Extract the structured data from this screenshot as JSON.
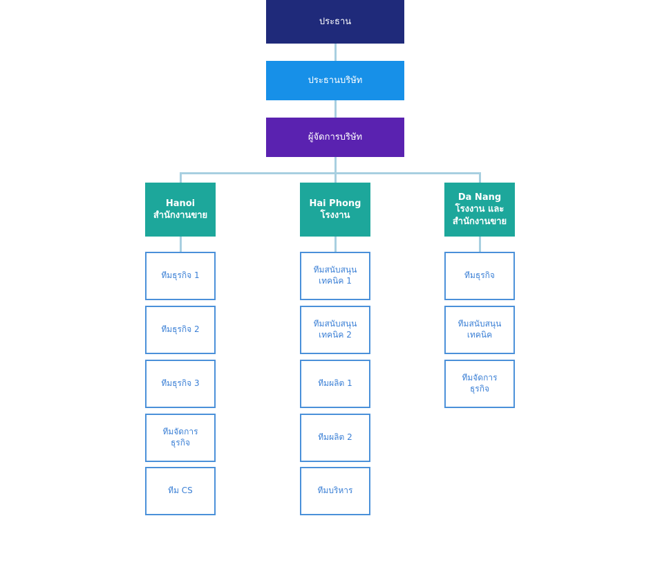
{
  "chart_data": {
    "type": "diagram",
    "diagram_kind": "organizational-chart",
    "title": "",
    "orientation": "top-down",
    "levels": 5,
    "colors": {
      "chairman_fill": "#1f2a7a",
      "president_fill": "#1790e8",
      "manager_fill": "#5a22b0",
      "region_fill": "#1da79b",
      "leaf_border": "#4a90d9",
      "leaf_text": "#3a7fd5",
      "connector": "#a8cfe0",
      "background": "#ffffff",
      "exec_text": "#ffffff"
    },
    "nodes": [
      {
        "id": "chairman",
        "label": "ประธาน",
        "level": 1,
        "parent": null
      },
      {
        "id": "president",
        "label": "ประธานบริษัท",
        "level": 2,
        "parent": "chairman"
      },
      {
        "id": "manager",
        "label": "ผู้จัดการบริษัท",
        "level": 3,
        "parent": "president"
      },
      {
        "id": "hanoi",
        "label": "Hanoi / สำนักงานขาย",
        "level": 4,
        "parent": "manager"
      },
      {
        "id": "haiphong",
        "label": "Hai Phong / โรงงาน",
        "level": 4,
        "parent": "manager"
      },
      {
        "id": "danang",
        "label": "Da Nang / โรงงาน และ สำนักงานขาย",
        "level": 4,
        "parent": "manager"
      }
    ]
  },
  "executives": {
    "chairman": "ประธาน",
    "president": "ประธานบริษัท",
    "manager": "ผู้จัดการบริษัท"
  },
  "regions": [
    {
      "city": "Hanoi",
      "role_lines": [
        "สำนักงานขาย"
      ],
      "teams": [
        "ทีมธุรกิจ 1",
        "ทีมธุรกิจ 2",
        "ทีมธุรกิจ 3",
        "ทีมจัดการ\nธุรกิจ",
        "ทีม CS"
      ]
    },
    {
      "city": "Hai Phong",
      "role_lines": [
        "โรงงาน"
      ],
      "teams": [
        "ทีมสนับสนุน\nเทคนิค 1",
        "ทีมสนับสนุน\nเทคนิค 2",
        "ทีมผลิต 1",
        "ทีมผลิต 2",
        "ทีมบริหาร"
      ]
    },
    {
      "city": "Da Nang",
      "role_lines": [
        "โรงงาน และ",
        "สำนักงานขาย"
      ],
      "teams": [
        "ทีมธุรกิจ",
        "ทีมสนับสนุน\nเทคนิค",
        "ทีมจัดการ\nธุรกิจ"
      ]
    }
  ]
}
